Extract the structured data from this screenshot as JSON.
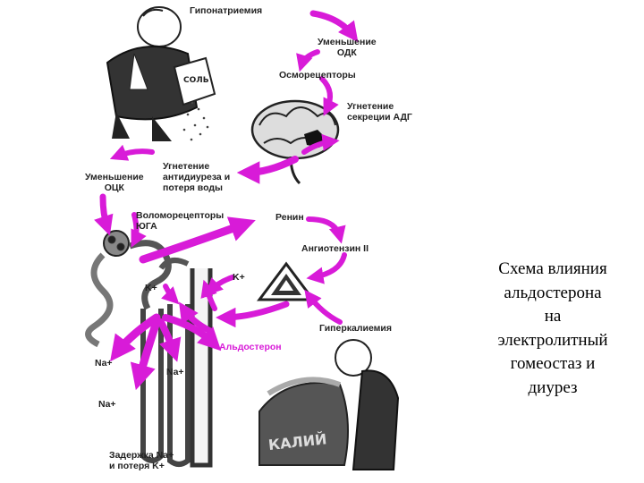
{
  "caption": "Схема влияния\nальдостерона\nна\nэлектролитный\nгомеостаз и\nдиурез",
  "labels": {
    "hyponatremia": "Гипонатриемия",
    "ock_decrease_top": "Уменьшение\nОДК",
    "osmoreceptors": "Осморецепторы",
    "adh_inhibition": "Угнетение\nсекреции АДГ",
    "ock_decrease_left": "Уменьшение\nОЦК",
    "antidiuresis": "Угнетение\nантидиуреза и\nпотеря воды",
    "volumoreceptors": "Воломорецепторы\nЮГА",
    "renin": "Ренин",
    "angiotensin": "Ангиотензин II",
    "k_plus_1": "K+",
    "k_plus_2": "K+",
    "hyperkalemia": "Гиперкалиемия",
    "na_plus_1": "Na+",
    "na_plus_2": "Na+",
    "na_plus_3": "Na+",
    "aldosterone": "Альдостерон",
    "retention": "Задержка Na+\nи потеря K+",
    "salt_box": "СОЛЬ",
    "potassium_sack": "КАЛИЙ"
  },
  "colors": {
    "arrow": "#d81bd8",
    "ink": "#222222"
  }
}
